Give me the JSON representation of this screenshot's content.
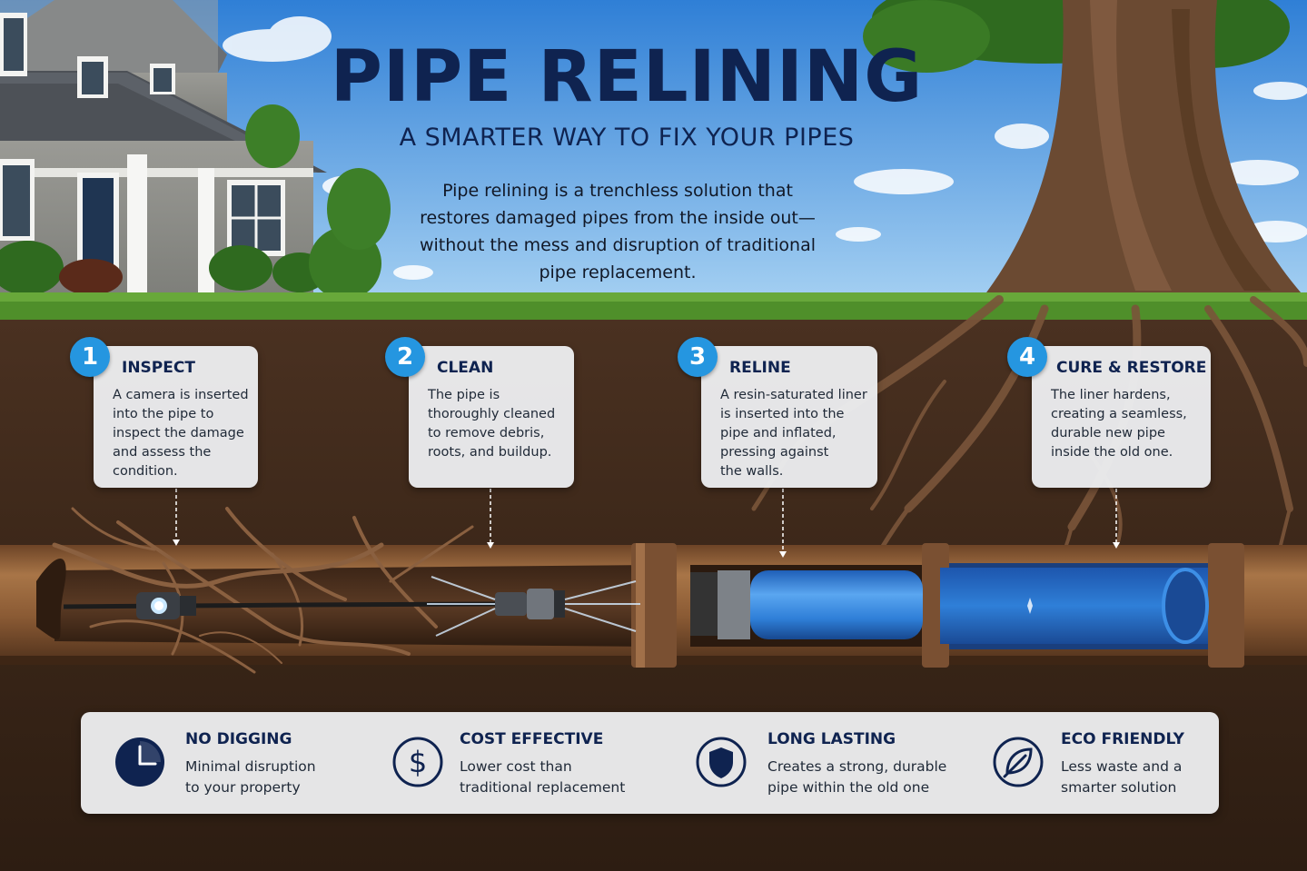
{
  "header": {
    "title": "PIPE RELINING",
    "subtitle": "A SMARTER WAY TO FIX YOUR PIPES",
    "intro_lines": [
      "Pipe relining is a trenchless solution that",
      "restores damaged pipes from the inside out—",
      "without the mess and disruption of traditional",
      "pipe replacement."
    ]
  },
  "steps": [
    {
      "number": "1",
      "title": "INSPECT",
      "lines": [
        "A camera is inserted",
        "into the pipe to",
        "inspect the damage",
        "and assess the",
        "condition."
      ]
    },
    {
      "number": "2",
      "title": "CLEAN",
      "lines": [
        "The pipe is",
        "thoroughly cleaned",
        "to remove debris,",
        "roots, and buildup."
      ]
    },
    {
      "number": "3",
      "title": "RELINE",
      "lines": [
        "A resin-saturated liner",
        "is inserted into the",
        "pipe and inflated,",
        "pressing against",
        "the walls."
      ]
    },
    {
      "number": "4",
      "title": "CURE & RESTORE",
      "lines": [
        "The liner hardens,",
        "creating a seamless,",
        "durable new pipe",
        "inside the old one."
      ]
    }
  ],
  "benefits": [
    {
      "icon": "clock-icon",
      "title": "NO DIGGING",
      "lines": [
        "Minimal disruption",
        "to your property"
      ]
    },
    {
      "icon": "dollar-icon",
      "title": "COST EFFECTIVE",
      "lines": [
        "Lower cost than",
        "traditional replacement"
      ]
    },
    {
      "icon": "shield-icon",
      "title": "LONG LASTING",
      "lines": [
        "Creates a strong, durable",
        "pipe within the old one"
      ]
    },
    {
      "icon": "leaf-icon",
      "title": "ECO FRIENDLY",
      "lines": [
        "Less waste and a",
        "smarter solution"
      ]
    }
  ],
  "colors": {
    "navy": "#0f2350",
    "accent_blue": "#2596e0",
    "sky": "#4f9ae0",
    "soil": "#3a2618",
    "grass": "#4f8f2a",
    "liner": "#2f7fd8",
    "pipe": "#8a5a34"
  }
}
